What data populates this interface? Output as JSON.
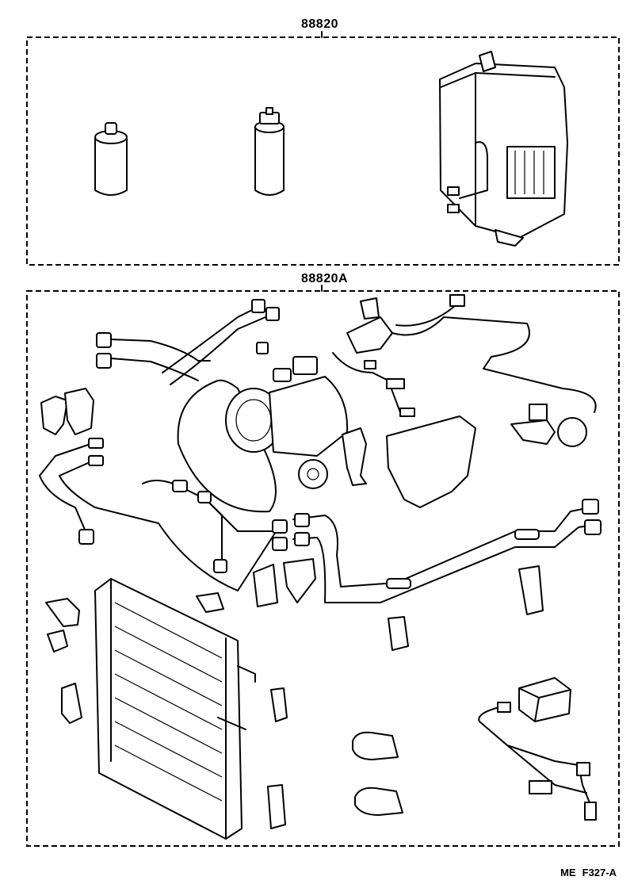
{
  "kits": {
    "top": {
      "part_number": "88820"
    },
    "bottom": {
      "part_number": "88820A"
    }
  },
  "reference": {
    "prefix": "ME",
    "code": "F327-A"
  }
}
